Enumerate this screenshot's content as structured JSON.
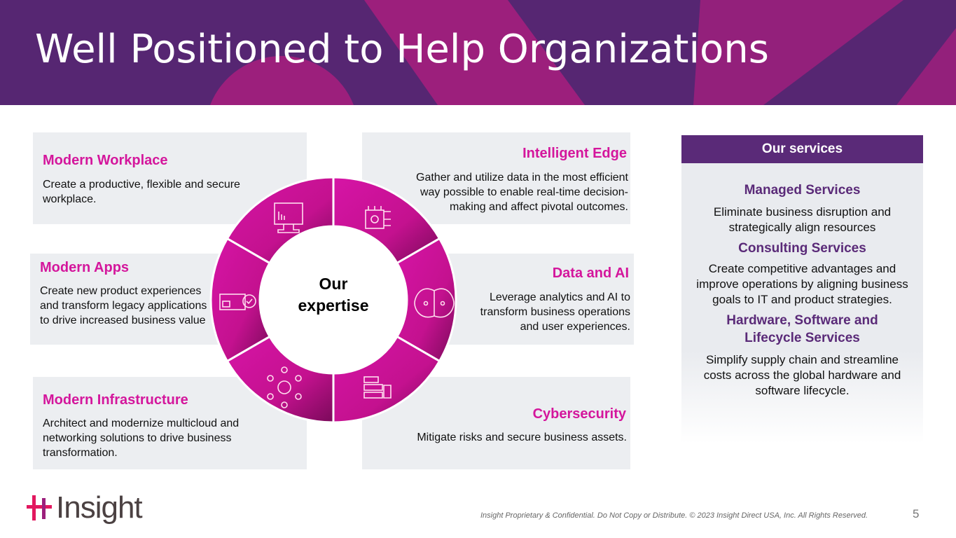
{
  "title": "Well Positioned to Help Organizations",
  "expertise": {
    "center": [
      "Our",
      "expertise"
    ],
    "items": [
      {
        "heading": "Modern Workplace",
        "text": "Create a productive, flexible and secure workplace."
      },
      {
        "heading": "Modern Apps",
        "text": "Create new product experiences and transform legacy applications to drive increased business value"
      },
      {
        "heading": "Modern Infrastructure",
        "text": "Architect and modernize multicloud and networking solutions to drive business transformation."
      },
      {
        "heading": "Intelligent Edge",
        "text": "Gather and utilize data in the most efficient way possible to enable real-time decision-making and affect pivotal outcomes."
      },
      {
        "heading": "Data and AI",
        "text": "Leverage analytics and AI to transform business operations and user experiences."
      },
      {
        "heading": "Cybersecurity",
        "text": "Mitigate risks and secure business assets."
      }
    ]
  },
  "services": {
    "title": "Our services",
    "items": [
      {
        "heading": "Managed Services",
        "text": "Eliminate business disruption and strategically align resources"
      },
      {
        "heading": "Consulting Services",
        "text": "Create competitive advantages and improve operations by aligning business goals to IT and product strategies."
      },
      {
        "heading": "Hardware, Software and Lifecycle Services",
        "text": "Simplify supply chain and streamline costs across the global hardware and software lifecycle."
      }
    ]
  },
  "footer": {
    "logo": "Insight",
    "legal": "Insight Proprietary & Confidential. Do Not Copy or Distribute. © 2023 Insight Direct USA, Inc. All Rights Reserved.",
    "page": "5"
  },
  "colors": {
    "purple": "#562672",
    "magenta": "#d4169c"
  }
}
